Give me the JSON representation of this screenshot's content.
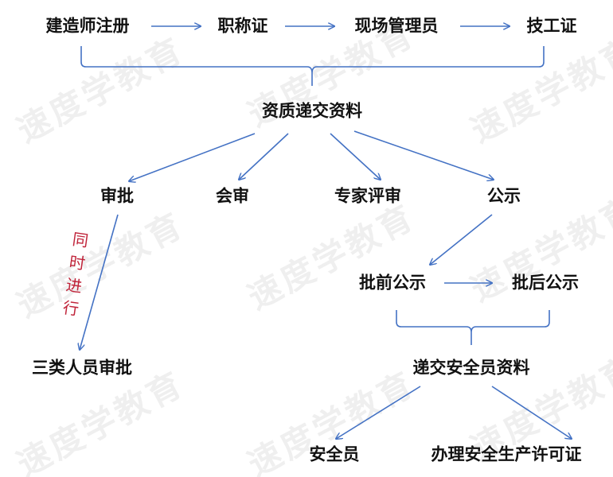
{
  "watermark": "速度学教育",
  "colors": {
    "line": "#4472c4",
    "text": "#111111",
    "note": "#c0243a"
  },
  "nodes": {
    "builder_registration": "建造师注册",
    "title_certificate": "职称证",
    "site_manager": "现场管理员",
    "technician_certificate": "技工证",
    "qualification_submission": "资质递交资料",
    "approval": "审批",
    "joint_review": "会审",
    "expert_review": "专家评审",
    "publicity": "公示",
    "pre_approval_publicity": "批前公示",
    "post_approval_publicity": "批后公示",
    "three_personnel_approval": "三类人员审批",
    "safety_officer_submission": "递交安全员资料",
    "safety_officer": "安全员",
    "safety_production_license": "办理安全生产许可证"
  },
  "note_chars": [
    "同",
    "时",
    "进",
    "行"
  ]
}
